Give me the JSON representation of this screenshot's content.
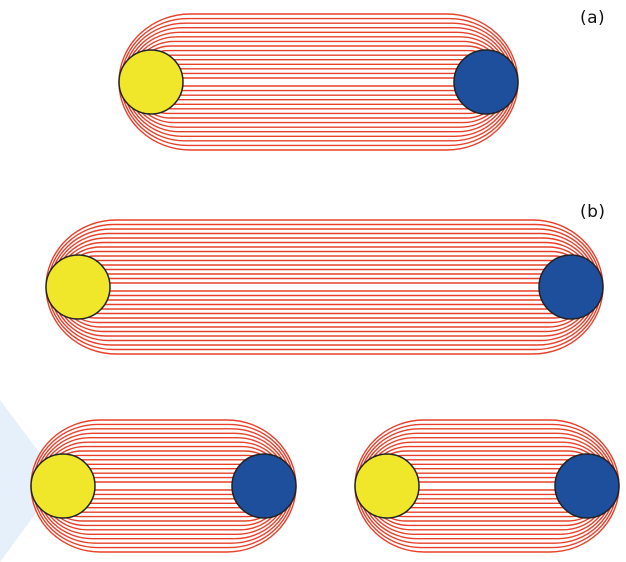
{
  "panels": [
    {
      "label": "(a)"
    },
    {
      "label": "(b)"
    }
  ],
  "colors": {
    "field_line": "#e8402a",
    "left_particle": "#f0e62a",
    "right_particle": "#1e4f9c",
    "outline": "#222222",
    "background": "#ffffff",
    "watermark": "#e6f0fb"
  },
  "tubes": [
    {
      "name": "flux-tube-a",
      "field_lines": 15
    },
    {
      "name": "flux-tube-b",
      "field_lines": 15
    },
    {
      "name": "flux-tube-c-left",
      "field_lines": 15
    },
    {
      "name": "flux-tube-c-right",
      "field_lines": 15
    }
  ]
}
